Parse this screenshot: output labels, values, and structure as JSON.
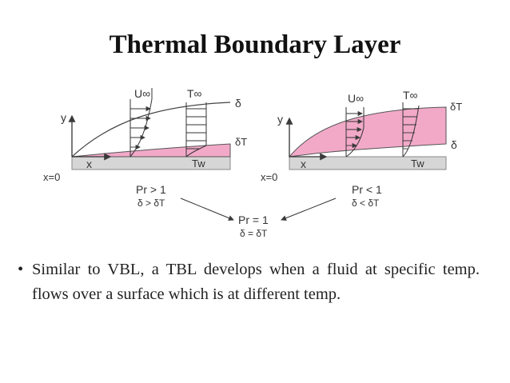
{
  "slide": {
    "title": "Thermal Boundary Layer",
    "bullet_marker": "•",
    "bullet_text": "Similar to VBL, a TBL develops when a fluid at specific temp. flows over a surface which is at different temp."
  },
  "diagram": {
    "colors": {
      "thermal_layer": "#f2a9c8",
      "plate": "#d6d6d6",
      "ink": "#3a3a3a"
    },
    "left_panel": {
      "axis_y": "y",
      "axis_x": "x",
      "origin": "x=0",
      "u_label": "U∞",
      "t_label": "T∞",
      "delta_label": "δ",
      "delta_t_label": "δT",
      "wall_label": "Tw",
      "condition": "Pr > 1",
      "relation": "δ > δT"
    },
    "right_panel": {
      "axis_y": "y",
      "axis_x": "x",
      "origin": "x=0",
      "u_label": "U∞",
      "t_label": "T∞",
      "delta_label": "δ",
      "delta_t_label": "δT",
      "wall_label": "Tw",
      "condition": "Pr < 1",
      "relation": "δ < δT"
    },
    "center": {
      "condition": "Pr = 1",
      "relation": "δ = δT"
    }
  }
}
